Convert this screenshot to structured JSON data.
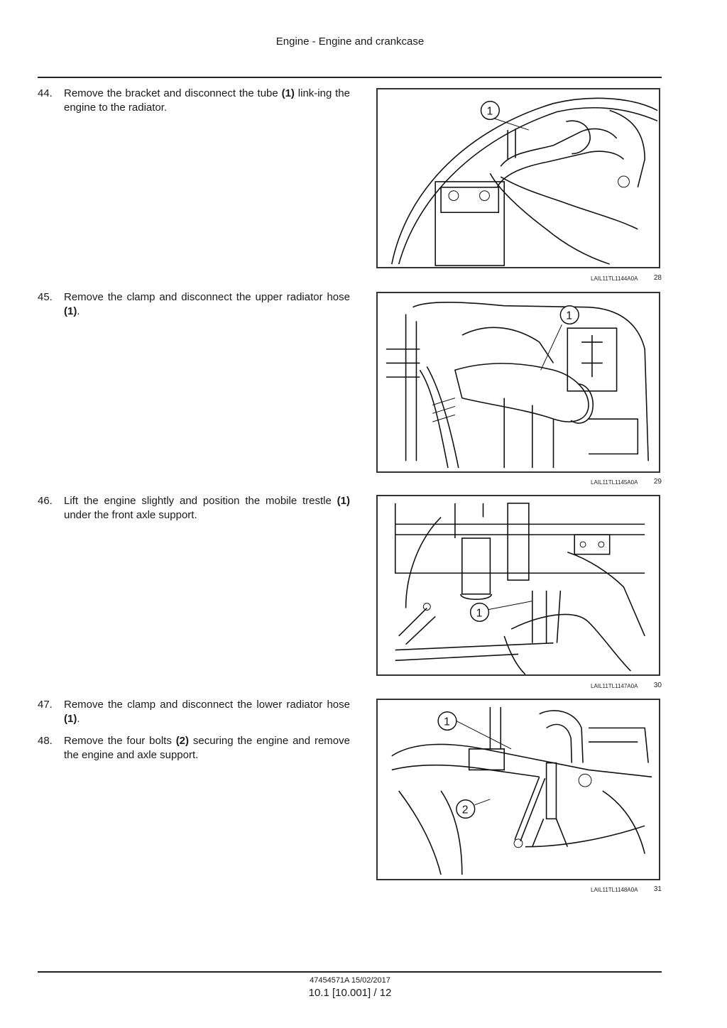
{
  "header": {
    "title": "Engine - Engine and crankcase"
  },
  "steps": [
    {
      "num": "44.",
      "pre": "Remove the bracket and disconnect the tube ",
      "bold": "(1)",
      "post": " link-ing the engine to the radiator.",
      "pre2": "",
      "bold2": "",
      "post2": ""
    },
    {
      "num": "45.",
      "pre": "Remove the clamp and disconnect the upper radiator hose ",
      "bold": "(1)",
      "post": ".",
      "pre2": "",
      "bold2": "",
      "post2": ""
    },
    {
      "num": "46.",
      "pre": "Lift the engine slightly and position the mobile trestle ",
      "bold": "(1)",
      "post": " under the front axle support.",
      "pre2": "",
      "bold2": "",
      "post2": ""
    },
    {
      "num": "47.",
      "pre": "Remove the clamp and disconnect the lower radiator hose ",
      "bold": "(1)",
      "post": ".",
      "pre2": "",
      "bold2": "",
      "post2": ""
    },
    {
      "num": "48.",
      "pre": "Remove the four bolts ",
      "bold": "(2)",
      "post": " securing the engine and remove the engine and axle support.",
      "pre2": "",
      "bold2": "",
      "post2": ""
    }
  ],
  "figures": [
    {
      "code": "LAIL11TL1144A0A",
      "number": "28",
      "callouts": [
        "1"
      ]
    },
    {
      "code": "LAIL11TL1145A0A",
      "number": "29",
      "callouts": [
        "1"
      ]
    },
    {
      "code": "LAIL11TL1147A0A",
      "number": "30",
      "callouts": [
        "1"
      ]
    },
    {
      "code": "LAIL11TL1148A0A",
      "number": "31",
      "callouts": [
        "1",
        "2"
      ]
    }
  ],
  "footer": {
    "doc_ref": "47454571A 15/02/2017",
    "page_ref": "10.1 [10.001] / 12"
  }
}
